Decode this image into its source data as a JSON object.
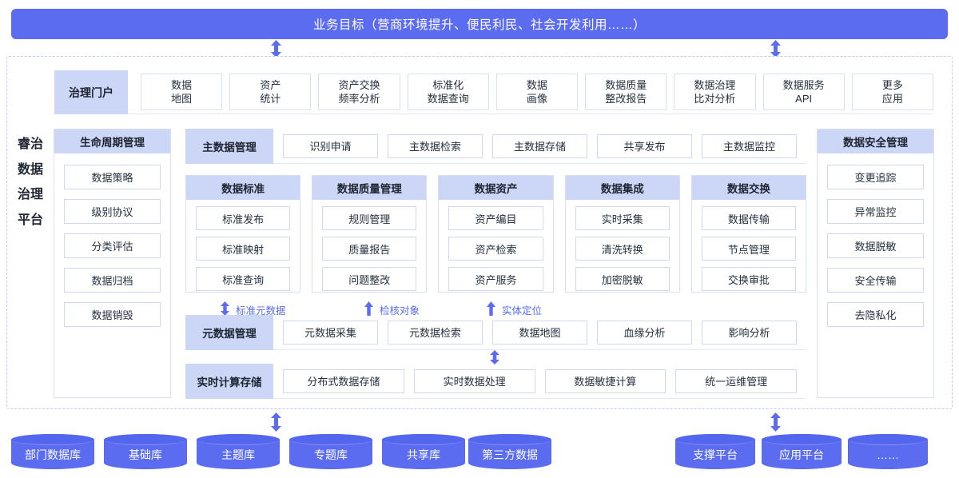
{
  "banner": {
    "text": "业务目标（营商环境提升、便民利民、社会开发利用……）"
  },
  "platform": {
    "vertical_title": "睿治数据治理平台"
  },
  "portal": {
    "label": "治理门户",
    "items": [
      {
        "line1": "数据",
        "line2": "地图"
      },
      {
        "line1": "资产",
        "line2": "统计"
      },
      {
        "line1": "资产交换",
        "line2": "频率分析"
      },
      {
        "line1": "标准化",
        "line2": "数据查询"
      },
      {
        "line1": "数据",
        "line2": "画像"
      },
      {
        "line1": "数据质量",
        "line2": "整改报告"
      },
      {
        "line1": "数据治理",
        "line2": "比对分析"
      },
      {
        "line1": "数据服务",
        "line2": "API"
      },
      {
        "line1": "更多",
        "line2": "应用"
      }
    ]
  },
  "lifecycle": {
    "title": "生命周期管理",
    "items": [
      "数据策略",
      "级别协议",
      "分类评估",
      "数据归档",
      "数据销毁"
    ]
  },
  "security": {
    "title": "数据安全管理",
    "items": [
      "变更追踪",
      "异常监控",
      "数据脱敏",
      "安全传输",
      "去隐私化"
    ]
  },
  "masterdata": {
    "label": "主数据管理",
    "items": [
      "识别申请",
      "主数据检索",
      "主数据存储",
      "共享发布",
      "主数据监控"
    ]
  },
  "grid": [
    {
      "title": "数据标准",
      "items": [
        "标准发布",
        "标准映射",
        "标准查询"
      ]
    },
    {
      "title": "数据质量管理",
      "items": [
        "规则管理",
        "质量报告",
        "问题整改"
      ]
    },
    {
      "title": "数据资产",
      "items": [
        "资产编目",
        "资产检索",
        "资产服务"
      ]
    },
    {
      "title": "数据集成",
      "items": [
        "实时采集",
        "清洗转换",
        "加密脱敏"
      ]
    },
    {
      "title": "数据交换",
      "items": [
        "数据传输",
        "节点管理",
        "交换审批"
      ]
    }
  ],
  "annotations": [
    {
      "label": "标准元数据",
      "direction": "both"
    },
    {
      "label": "检核对象",
      "direction": "up"
    },
    {
      "label": "实体定位",
      "direction": "up"
    }
  ],
  "metadata": {
    "label": "元数据管理",
    "items": [
      "元数据采集",
      "元数据检索",
      "数据地图",
      "血缘分析",
      "影响分析"
    ]
  },
  "realtime": {
    "label": "实时计算存储",
    "items": [
      "分布式数据存储",
      "实时数据处理",
      "数据敏捷计算",
      "统一运维管理"
    ]
  },
  "sources_left": [
    "部门数据库",
    "基础库",
    "主题库",
    "专题库",
    "共享库",
    "第三方数据"
  ],
  "sources_right": [
    "支撑平台",
    "应用平台",
    "……"
  ],
  "colors": {
    "brand": "#5b6cf0",
    "header_fill": "#ccd6f7",
    "chip_border": "#cfd8f0",
    "dashed_border": "#c3c9e8"
  }
}
